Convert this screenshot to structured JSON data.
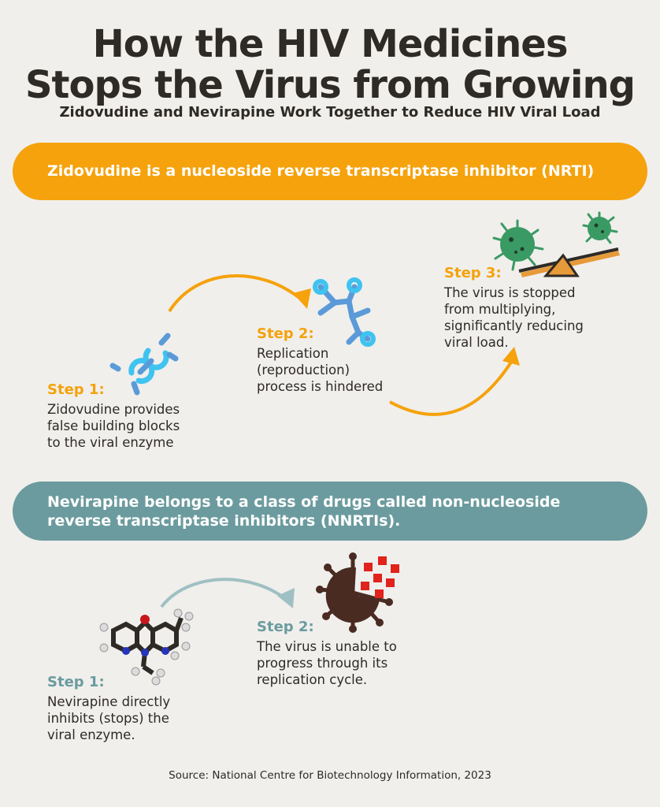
{
  "header": {
    "title_line1": "How the HIV Medicines",
    "title_line2": "Stops the Virus from Growing",
    "subtitle": "Zidovudine and Nevirapine Work Together to Reduce HIV Viral Load"
  },
  "section1": {
    "banner": "Zidovudine is a nucleoside reverse transcriptase inhibitor (NRTI)",
    "step1": {
      "label": "Step 1:",
      "lines": [
        "Zidovudine provides",
        "false building blocks",
        "to the viral enzyme"
      ]
    },
    "step2": {
      "label": "Step 2:",
      "lines": [
        "Replication",
        "(reproduction)",
        "process is hindered"
      ]
    },
    "step3": {
      "label": "Step 3:",
      "lines": [
        "The virus is stopped",
        "from multiplying,",
        "significantly reducing",
        "viral load."
      ]
    }
  },
  "section2": {
    "banner_line1": "Nevirapine belongs to a class of drugs called non-nucleoside",
    "banner_line2": "reverse transcriptase inhibitors (NNRTIs).",
    "step1": {
      "label": "Step 1:",
      "lines": [
        "Nevirapine directly",
        "inhibits (stops) the",
        "viral enzyme."
      ]
    },
    "step2": {
      "label": "Step 2:",
      "lines": [
        "The virus is unable to",
        "progress through its",
        "replication cycle."
      ]
    }
  },
  "source": "Source: National Centre for Biotechnology Information, 2023",
  "colors": {
    "orange": "#f5a20c",
    "teal": "#6b9b9e",
    "text": "#2e2a26",
    "molecule_blue": "#3fc3f0",
    "virus_green": "#3a9a64",
    "virus_brown": "#4a2b22",
    "red_blocks": "#e0231c"
  },
  "icons": {
    "s1_step1": "molecule-icon",
    "s1_step2": "branched-molecule-icon",
    "s1_step3": "virus-seesaw-icon",
    "s2_step1": "nevirapine-molecule-icon",
    "s2_step2": "broken-virus-icon"
  }
}
